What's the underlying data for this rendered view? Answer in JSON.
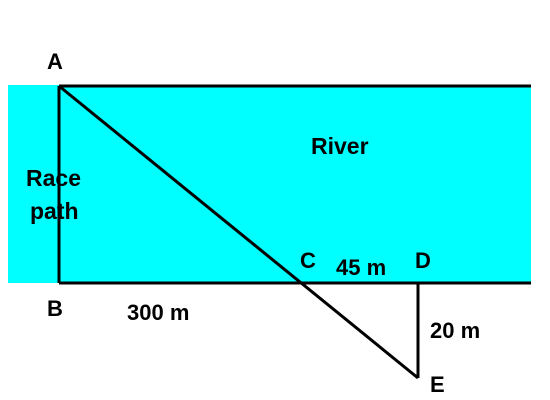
{
  "colors": {
    "river": "#00ffff",
    "lines": "#000000",
    "background": "#ffffff"
  },
  "points": {
    "A": "A",
    "B": "B",
    "C": "C",
    "D": "D",
    "E": "E"
  },
  "labels": {
    "river": "River",
    "race_line1": "Race",
    "race_line2": "path",
    "bc_length": "300 m",
    "cd_length": "45 m",
    "de_length": "20 m"
  }
}
